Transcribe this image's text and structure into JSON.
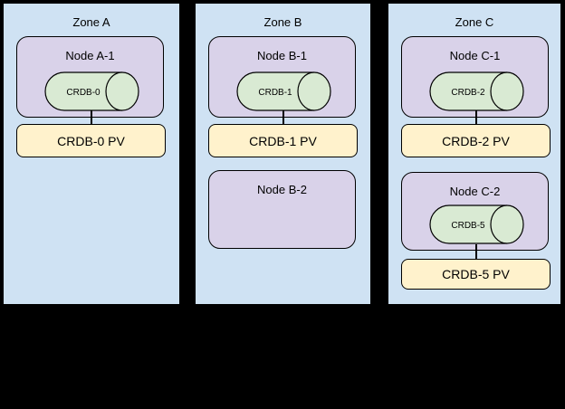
{
  "palette": {
    "background": "#000000",
    "zone_fill": "#cfe2f3",
    "node_fill": "#d9d2e9",
    "pod_fill": "#d9ead3",
    "pv_fill": "#fff2cc",
    "stroke": "#000000"
  },
  "zones": [
    {
      "label": "Zone A",
      "nodes": [
        {
          "label": "Node A-1",
          "pod": "CRDB-0",
          "pv": "CRDB-0 PV"
        }
      ]
    },
    {
      "label": "Zone B",
      "nodes": [
        {
          "label": "Node B-1",
          "pod": "CRDB-1",
          "pv": "CRDB-1 PV"
        },
        {
          "label": "Node B-2"
        }
      ]
    },
    {
      "label": "Zone C",
      "nodes": [
        {
          "label": "Node C-1",
          "pod": "CRDB-2",
          "pv": "CRDB-2 PV"
        },
        {
          "label": "Node C-2",
          "pod": "CRDB-5",
          "pv": "CRDB-5 PV"
        }
      ]
    }
  ]
}
